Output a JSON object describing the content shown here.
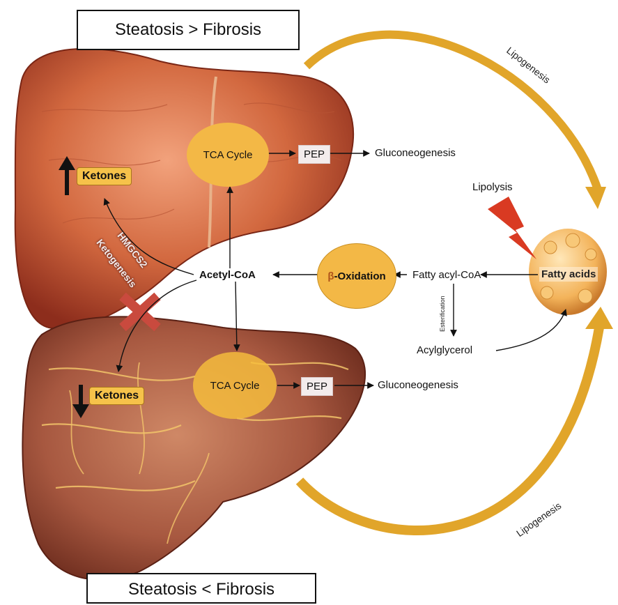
{
  "titles": {
    "top": "Steatosis > Fibrosis",
    "bottom": "Steatosis < Fibrosis"
  },
  "top_liver": {
    "tca": "TCA Cycle",
    "pep": "PEP",
    "gluconeogenesis": "Gluconeogenesis",
    "ketones": "Ketones",
    "ketone_trend": "up-arrow-icon"
  },
  "bottom_liver": {
    "tca": "TCA Cycle",
    "pep": "PEP",
    "gluconeogenesis": "Gluconeogenesis",
    "ketones": "Ketones",
    "ketone_trend": "down-arrow-icon"
  },
  "pathway": {
    "hmgcs2": "HMGCS2",
    "ketogenesis": "Ketogenesis",
    "acetyl_coa": "Acetyl-CoA",
    "beta_symbol": "β",
    "beta_oxidation": "-Oxidation",
    "fatty_acyl_coa": "Fatty acyl-CoA",
    "esterification": "Esterification",
    "acylglycerol": "Acylglycerol",
    "fatty_acids": "Fatty acids",
    "lipolysis": "Lipolysis",
    "lipogenesis_top": "Lipogenesis",
    "lipogenesis_bottom": "Lipogenesis"
  },
  "colors": {
    "accent_yellow": "#f3b846",
    "lipogenesis_arrow": "#e1a52a",
    "lipolysis_bolt": "#d93a22",
    "block_cross": "#c94a3e"
  }
}
